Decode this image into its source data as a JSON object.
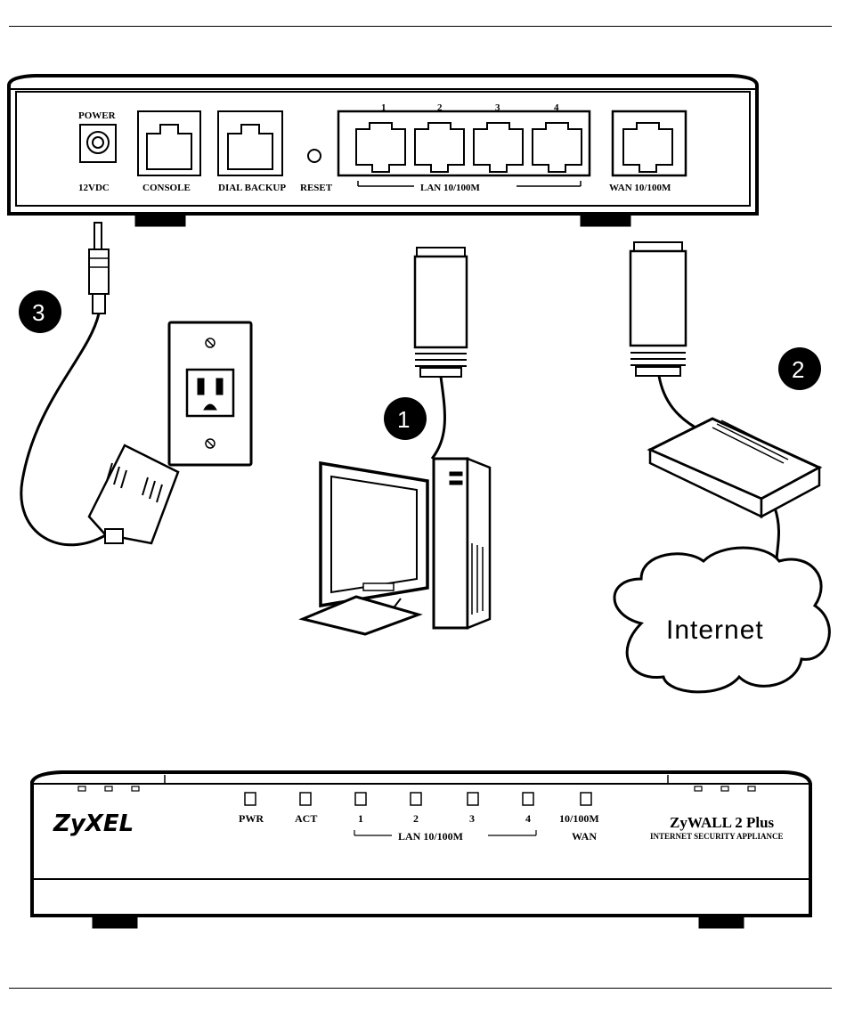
{
  "rear_panel": {
    "power_top": "POWER",
    "power_bottom": "12VDC",
    "console": "CONSOLE",
    "dial_backup": "DIAL BACKUP",
    "reset": "RESET",
    "lan_ports": [
      "1",
      "2",
      "3",
      "4"
    ],
    "lan": "LAN 10/100M",
    "wan": "WAN 10/100M"
  },
  "steps": [
    "1",
    "2",
    "3"
  ],
  "cloud_label": "Internet",
  "front_panel": {
    "logo": "ZyXEL",
    "leds": [
      "PWR",
      "ACT",
      "1",
      "2",
      "3",
      "4",
      "10/100M"
    ],
    "lan": "LAN 10/100M",
    "wan": "WAN",
    "model": "ZyWALL 2 Plus",
    "tagline": "INTERNET SECURITY APPLIANCE"
  }
}
